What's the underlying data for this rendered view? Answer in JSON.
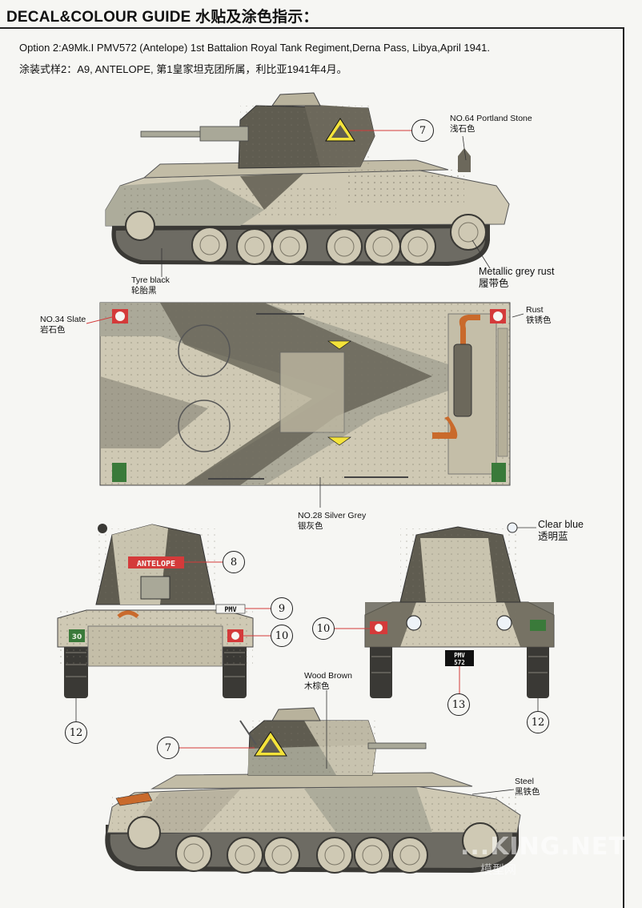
{
  "header": {
    "title": "DECAL&COLOUR GUIDE 水贴及涂色指示：",
    "option_en": "Option 2:A9Mk.I PMV572 (Antelope) 1st Battalion Royal Tank Regiment,Derna Pass, Libya,April 1941.",
    "option_cn": "涂装式样2：A9, ANTELOPE, 第1皇家坦克团所属，利比亚1941年4月。"
  },
  "labels": {
    "portland_en": "NO.64 Portland Stone",
    "portland_cn": "浅石色",
    "tyre_en": "Tyre black",
    "tyre_cn": "轮胎黑",
    "metallic_en": "Metallic grey rust",
    "metallic_cn": "履带色",
    "slate_en": "NO.34 Slate",
    "slate_cn": "岩石色",
    "rust_en": "Rust",
    "rust_cn": "铁锈色",
    "silver_en": "NO.28 Silver Grey",
    "silver_cn": "银灰色",
    "clear_en": "Clear  blue",
    "clear_cn": "透明蓝",
    "wood_en": "Wood Brown",
    "wood_cn": "木棕色",
    "steel_en": "Steel",
    "steel_cn": "黑铁色"
  },
  "callouts": {
    "c7a": "7",
    "c8": "8",
    "c9": "9",
    "c10a": "10",
    "c10b": "10",
    "c12a": "12",
    "c12b": "12",
    "c13": "13",
    "c7b": "7"
  },
  "decals": {
    "name": "ANTELOPE",
    "pmv_top": "PMV",
    "pmv_bottom": "572",
    "number": "30"
  },
  "watermark": {
    "main": "...KING.NET",
    "sub": "模型网"
  },
  "colors": {
    "portland_stone": "#cfc9b4",
    "slate": "#5f5c50",
    "silver_grey": "#a9a898",
    "rust": "#c96a2c",
    "tyre_black": "#2a2a28",
    "marker_red": "#d43a3a",
    "decal_yellow": "#f4e33a"
  }
}
